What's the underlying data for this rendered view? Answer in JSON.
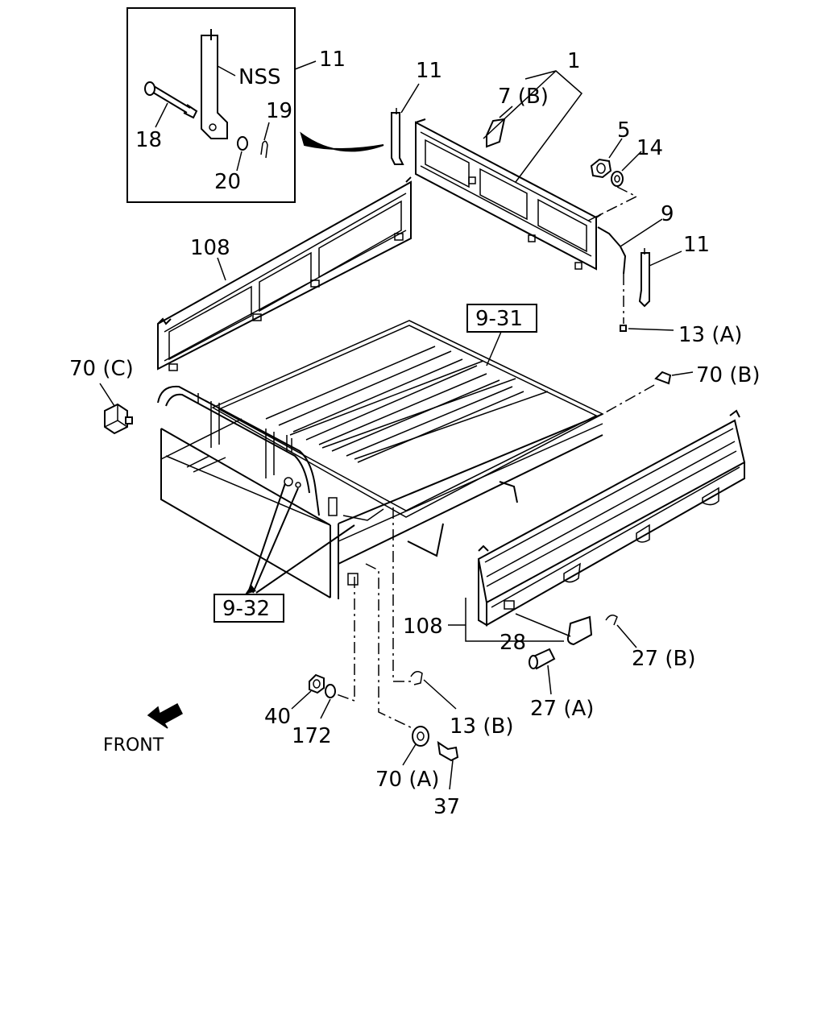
{
  "diagram": {
    "inset_labels": {
      "nss": "NSS",
      "p11_inset": "11",
      "p18": "18",
      "p19": "19",
      "p20": "20"
    },
    "labels": {
      "p1": "1",
      "p7b": "7 (B)",
      "p11_top": "11",
      "p5": "5",
      "p14": "14",
      "p9": "9",
      "p11_right": "11",
      "p13a": "13 (A)",
      "p108_left": "108",
      "p9_31": "9-31",
      "p70c": "70 (C)",
      "p70b": "70 (B)",
      "p9_32": "9-32",
      "p108_right": "108",
      "p28": "28",
      "p27b": "27 (B)",
      "p27a": "27 (A)",
      "p13b": "13 (B)",
      "p40": "40",
      "p172": "172",
      "p70a": "70 (A)",
      "p37": "37",
      "front": "FRONT"
    }
  }
}
